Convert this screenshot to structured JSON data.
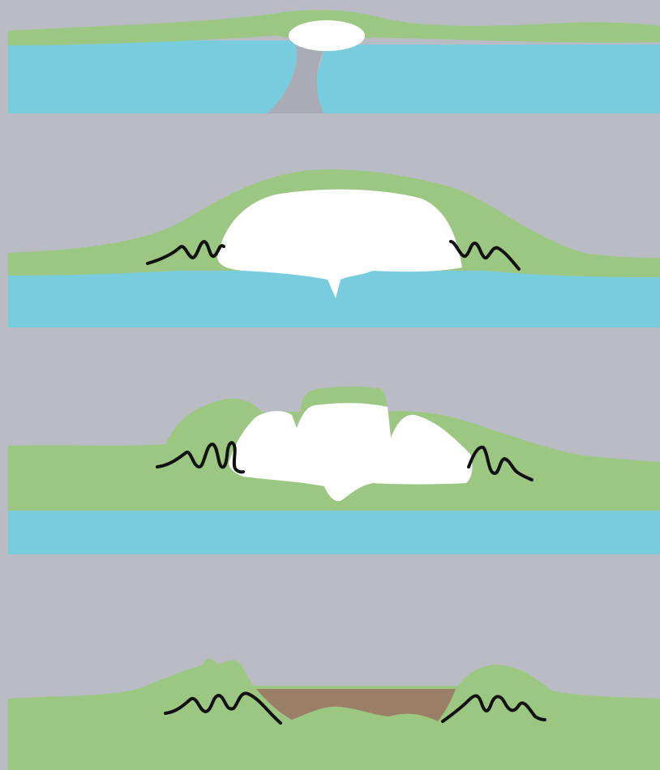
{
  "diagram": {
    "type": "cross-section-sequence",
    "stage_count": 4,
    "colors": {
      "background": "#b9bcc5",
      "land": "#9cc783",
      "water": "#78ccde",
      "ice_magma_body": "#ffffff",
      "feeder": "#a9acb4",
      "sediment_fill": "#9a7f66",
      "fold_line": "#111111"
    },
    "stages": [
      {
        "id": "stage-1"
      },
      {
        "id": "stage-2"
      },
      {
        "id": "stage-3"
      },
      {
        "id": "stage-4"
      }
    ]
  }
}
